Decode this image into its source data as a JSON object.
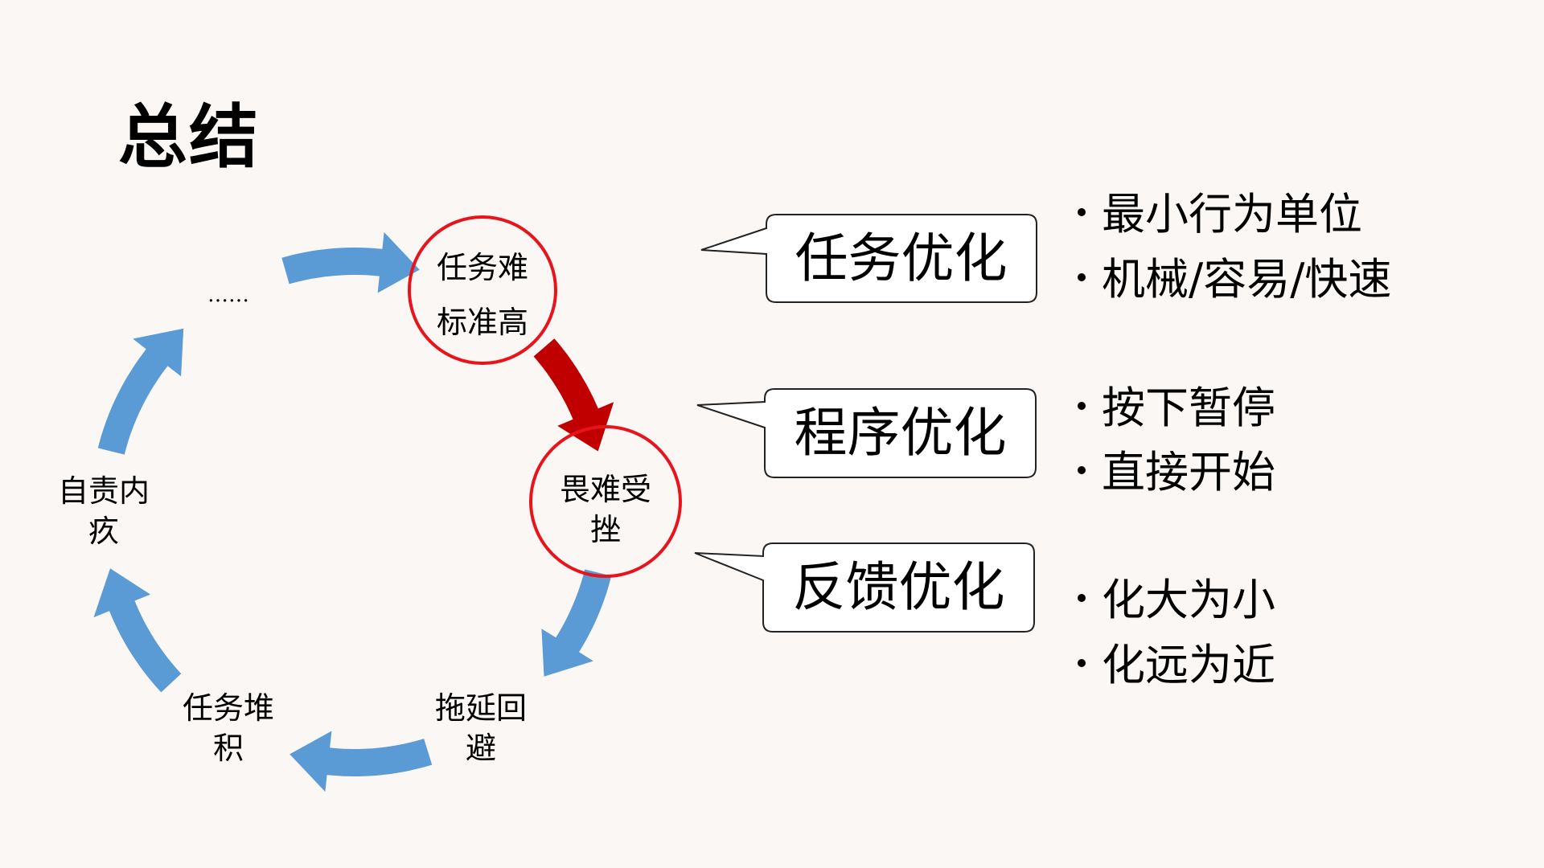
{
  "title": "总结",
  "cycle": {
    "nodes": [
      {
        "line1": "任务难",
        "line2": "标准高",
        "highlighted": true
      },
      {
        "line1": "畏难受",
        "line2": "挫",
        "highlighted": true
      },
      {
        "line1": "拖延回",
        "line2": "避",
        "highlighted": false
      },
      {
        "line1": "任务堆",
        "line2": "积",
        "highlighted": false
      },
      {
        "line1": "自责内",
        "line2": "疚",
        "highlighted": false
      },
      {
        "line1": "……",
        "line2": "",
        "highlighted": false
      }
    ],
    "colors": {
      "arrow": "#5b9bd5",
      "highlight_arrow": "#c00000",
      "highlight_ring": "#e8141c"
    }
  },
  "optimizations": [
    {
      "label": "任务优化",
      "bullets": [
        "最小行为单位",
        "机械/容易/快速"
      ]
    },
    {
      "label": "程序优化",
      "bullets": [
        "按下暂停",
        "直接开始"
      ]
    },
    {
      "label": "反馈优化",
      "bullets": [
        "化大为小",
        "化远为近"
      ]
    }
  ]
}
